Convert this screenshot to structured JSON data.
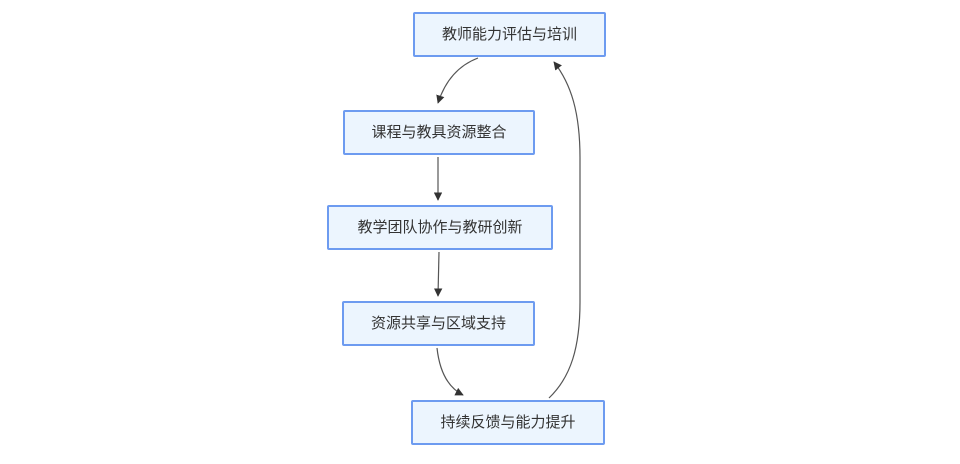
{
  "diagram": {
    "title": "",
    "nodes": [
      {
        "id": "n1",
        "label": "教师能力评估与培训"
      },
      {
        "id": "n2",
        "label": "课程与教具资源整合"
      },
      {
        "id": "n3",
        "label": "教学团队协作与教研创新"
      },
      {
        "id": "n4",
        "label": "资源共享与区域支持"
      },
      {
        "id": "n5",
        "label": "持续反馈与能力提升"
      }
    ],
    "edges": [
      {
        "from": "n1",
        "to": "n2",
        "style": "curved-down-left"
      },
      {
        "from": "n2",
        "to": "n3",
        "style": "straight-down"
      },
      {
        "from": "n3",
        "to": "n4",
        "style": "straight-down"
      },
      {
        "from": "n4",
        "to": "n5",
        "style": "curved-down-right"
      },
      {
        "from": "n5",
        "to": "n1",
        "style": "feedback-loop-right-side"
      }
    ],
    "colors": {
      "background": "#ffffff",
      "node_fill": "#ecf5fe",
      "node_border": "#6d9bf0",
      "edge_line": "#555555",
      "arrowhead": "#333333",
      "text": "#333333"
    }
  }
}
